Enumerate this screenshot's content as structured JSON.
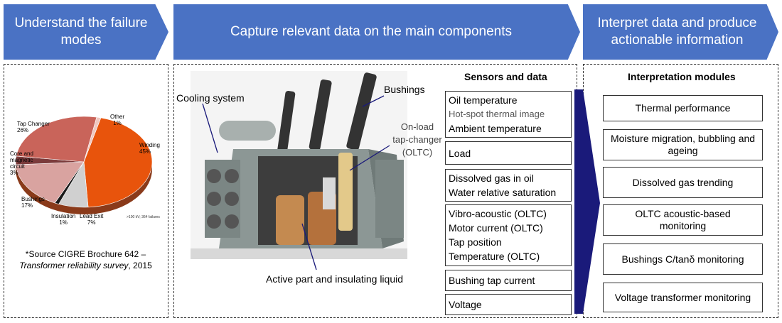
{
  "banners": {
    "left": "Understand the failure modes",
    "middle": "Capture relevant data on the main components",
    "right": "Interpret data and produce actionable information"
  },
  "pie": {
    "slices": [
      {
        "label": "Winding",
        "value": 45,
        "text": "45%",
        "color": "#e8540c"
      },
      {
        "label": "Lead Exit",
        "value": 7,
        "text": "7%",
        "color": "#d0d0d0"
      },
      {
        "label": "Insulation",
        "value": 1,
        "text": "1%",
        "color": "#1a1a1a"
      },
      {
        "label": "Bushings",
        "value": 17,
        "text": "17%",
        "color": "#d9a3a0"
      },
      {
        "label": "Core and magnetic circuit",
        "value": 3,
        "text": "3%",
        "color": "#7b3b3b"
      },
      {
        "label": "Tap Changer",
        "value": 26,
        "text": "26%",
        "color": "#c9645a"
      },
      {
        "label": "Other",
        "value": 1,
        "text": "1%",
        "color": "#f0c8c0"
      }
    ],
    "footnote": ">100 kV; 364 failures"
  },
  "source": {
    "line1": "*Source CIGRE Brochure 642 –",
    "line2": "Transformer reliability survey",
    "line3": ", 2015"
  },
  "transformer_labels": {
    "cooling": "Cooling system",
    "bushings": "Bushings",
    "oltc": "On-load tap-changer (OLTC)",
    "active": "Active part and insulating liquid"
  },
  "sensors": {
    "title": "Sensors and data",
    "box1": {
      "a": "Oil temperature",
      "b": "Hot-spot thermal image",
      "c": "Ambient temperature"
    },
    "box2": "Load",
    "box3": {
      "a": "Dissolved gas in oil",
      "b": "Water relative saturation"
    },
    "box4": {
      "a": "Vibro-acoustic (OLTC)",
      "b": "Motor current (OLTC)",
      "c": "Tap position",
      "d": "Temperature (OLTC)"
    },
    "box5": "Bushing tap current",
    "box6": "Voltage"
  },
  "interpretation": {
    "title": "Interpretation modules",
    "modules": [
      "Thermal performance",
      "Moisture migration, bubbling and ageing",
      "Dissolved gas trending",
      "OLTC acoustic-based monitoring",
      "Bushings C/tanδ monitoring",
      "Voltage transformer monitoring"
    ]
  },
  "colors": {
    "banner": "#4a72c4",
    "arrow": "#1a1a7a"
  }
}
